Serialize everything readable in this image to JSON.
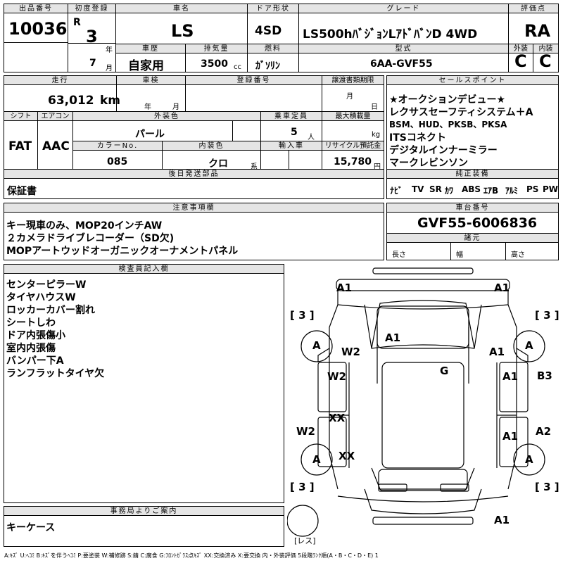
{
  "header": {
    "lot_label": "出品番号",
    "lot_number": "10036",
    "reg_label": "初度登録",
    "era": "R",
    "year": "3",
    "year_unit": "年",
    "month": "7",
    "month_unit": "月",
    "car_name_label": "車名",
    "car_name": "LS",
    "door_label": "ドア形状",
    "door": "4SD",
    "grade_label": "グレード",
    "grade": "LS500hﾊﾞｼﾞｮﾝLｱﾄﾞﾊﾞﾝD 4WD",
    "score_label": "評価点",
    "score": "RA",
    "history_label": "車歴",
    "history": "自家用",
    "displacement_label": "排気量",
    "displacement": "3500",
    "displacement_unit": "cc",
    "fuel_label": "燃料",
    "fuel": "ｶﾞｿﾘﾝ",
    "model_label": "型式",
    "model": "6AA-GVF55",
    "exterior_label": "外装",
    "exterior": "C",
    "interior_label": "内装",
    "interior": "C"
  },
  "row2": {
    "mileage_label": "走行",
    "mileage": "63,012",
    "mileage_unit": "km",
    "inspection_label": "車検",
    "insp_year": "年",
    "insp_month": "月",
    "plate_label": "登録番号",
    "transfer_label": "譲渡書類期限",
    "transfer_month": "月",
    "transfer_day": "日",
    "shift_label": "シフト",
    "shift": "FAT",
    "ac_label": "エアコン",
    "ac": "AAC",
    "color_label": "外装色",
    "color": "パール",
    "capacity_label": "乗車定員",
    "capacity": "5",
    "capacity_unit": "人",
    "load_label": "最大積載量",
    "load_unit": "kg",
    "color_no_label": "カラーNo.",
    "color_no": "085",
    "int_color_label": "内装色",
    "int_color": "クロ",
    "int_color_unit": "系",
    "import_label": "輸入車",
    "recycle_label": "リサイクル預託金",
    "recycle": "15,780",
    "recycle_unit": "円",
    "later_label": "後日発送部品",
    "later": "保証書"
  },
  "sales": {
    "label": "セールスポイント",
    "lines": [
      "★オークションデビュー★",
      "レクサスセーフティシステム＋A",
      "BSM、HUD、PKSB、PKSA",
      "ITSコネクト",
      "デジタルインナーミラー",
      "マークレビンソン"
    ]
  },
  "equipment": {
    "label": "純正装備",
    "items": [
      "ﾅﾋﾞ",
      "TV",
      "SR",
      "ｶﾜ",
      "ABS",
      "ｴｱB",
      "ｱﾙﾐ",
      "PS",
      "PW"
    ]
  },
  "notes": {
    "label": "注意事項欄",
    "lines": [
      "キー現車のみ、MOP20インチAW",
      "２カメラドライブレコーダー（SD欠)",
      "MOPアートウッドオーガニックオーナメントパネル"
    ]
  },
  "chassis": {
    "label": "車台番号",
    "number": "GVF55-6006836",
    "dims_label": "諸元",
    "length": "長さ",
    "width": "幅",
    "height": "高さ"
  },
  "inspector": {
    "label": "検査員記入欄",
    "lines": [
      "センターピラーW",
      "タイヤハウスW",
      "ロッカーカバー割れ",
      "シートしわ",
      "ドア内張傷小",
      "室内内張傷",
      "バンパー下A",
      "ランフラットタイヤ欠"
    ]
  },
  "office": {
    "label": "事務局よりご案内",
    "text": "キーケース"
  },
  "diagram": {
    "tread_values": [
      "3",
      "3",
      "3",
      "3"
    ],
    "labels": [
      "A1",
      "A1",
      "A",
      "W2",
      "A1",
      "A1",
      "A",
      "W2",
      "A1",
      "B3",
      "G",
      "XX",
      "W2",
      "A1",
      "A2",
      "A",
      "XX",
      "A",
      "A1"
    ],
    "spare": "レス"
  },
  "legend": "A:ｷｽﾞ U:ﾍｺﾐ B:ｷｽﾞを伴うﾍｺﾐ P:要塗装 W:補修跡 S:錆 C:腐食 G:ﾌﾛﾝﾄｶﾞﾗｽ点ｷｽﾞ XX:交換済み X:要交換 内・外装評価 5段階ﾗﾝｸ順(A・B・C・D・E) 1"
}
